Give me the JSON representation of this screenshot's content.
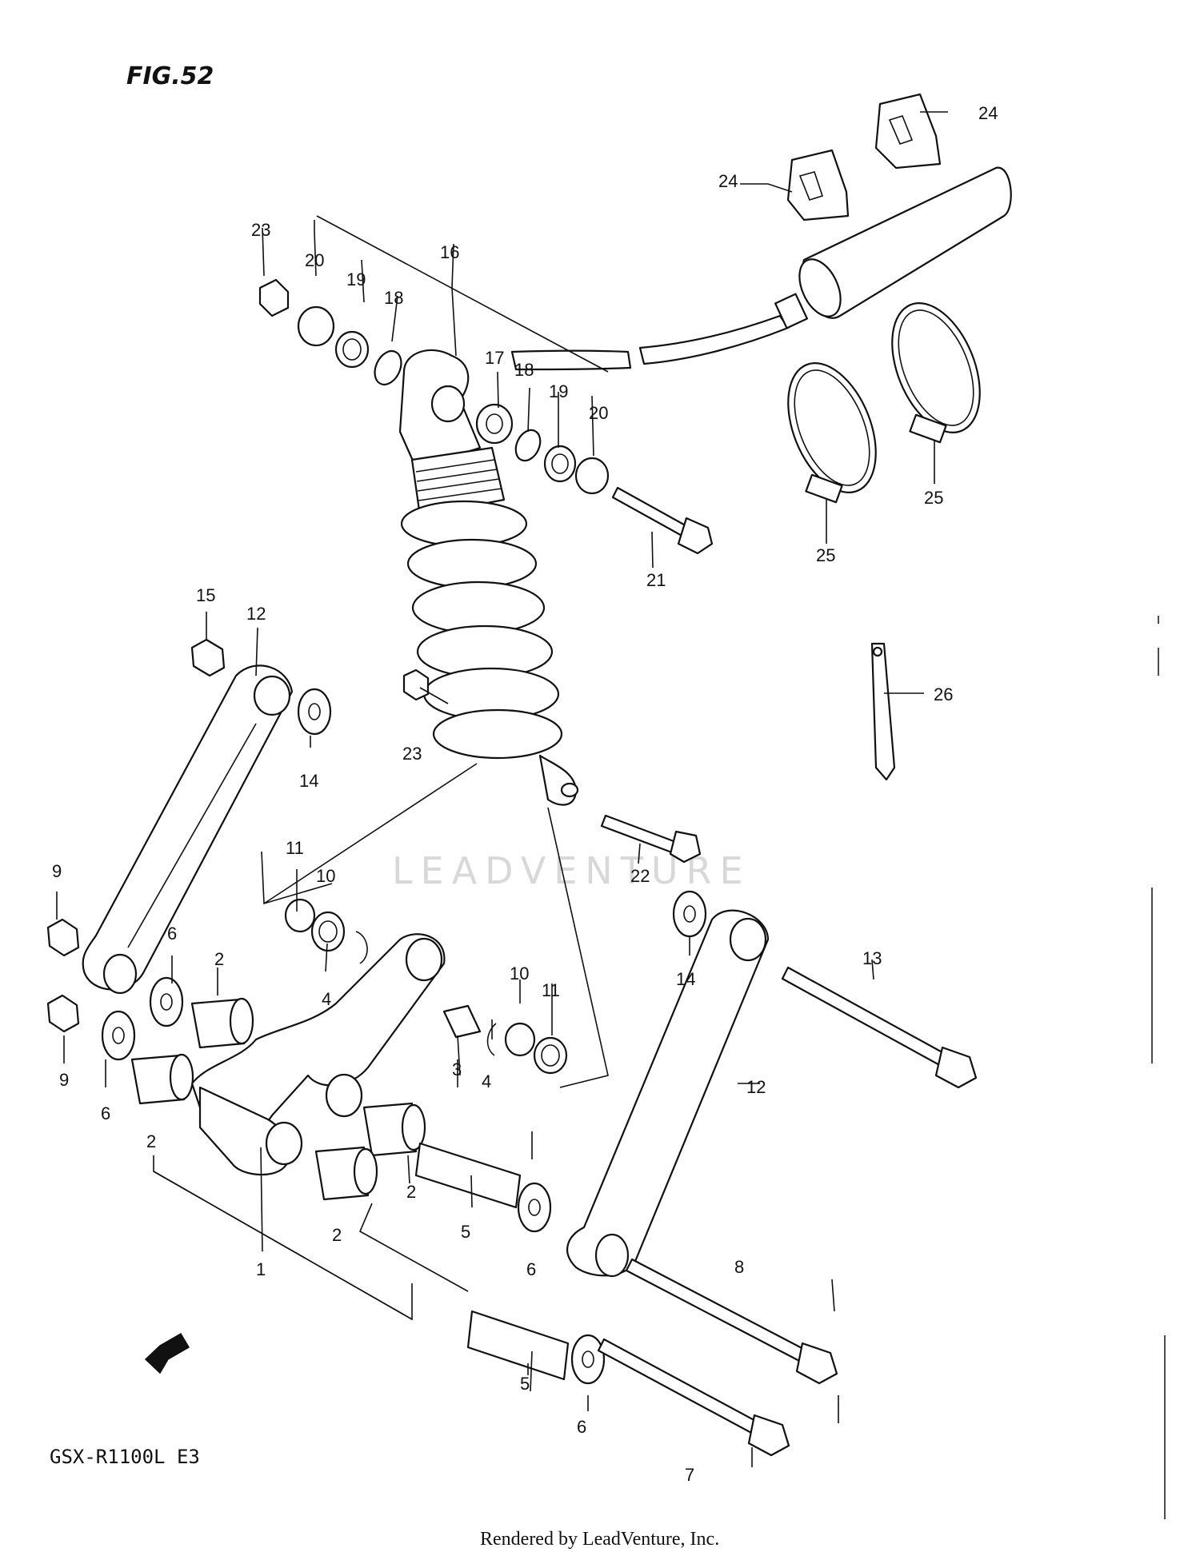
{
  "figure": {
    "title": "FIG.52",
    "model": "GSX-R1100L  E3",
    "credit": "Rendered by LeadVenture, Inc.",
    "watermark": "LEADVENTURE",
    "fwd_label": "FWD"
  },
  "callouts": [
    "1",
    "2",
    "2",
    "2",
    "2",
    "2",
    "3",
    "4",
    "4",
    "5",
    "5",
    "6",
    "6",
    "6",
    "6",
    "7",
    "8",
    "9",
    "9",
    "10",
    "10",
    "11",
    "11",
    "12",
    "12",
    "13",
    "14",
    "14",
    "15",
    "16",
    "17",
    "18",
    "18",
    "19",
    "19",
    "20",
    "20",
    "21",
    "22",
    "23",
    "23",
    "24",
    "24",
    "25",
    "25",
    "26"
  ]
}
